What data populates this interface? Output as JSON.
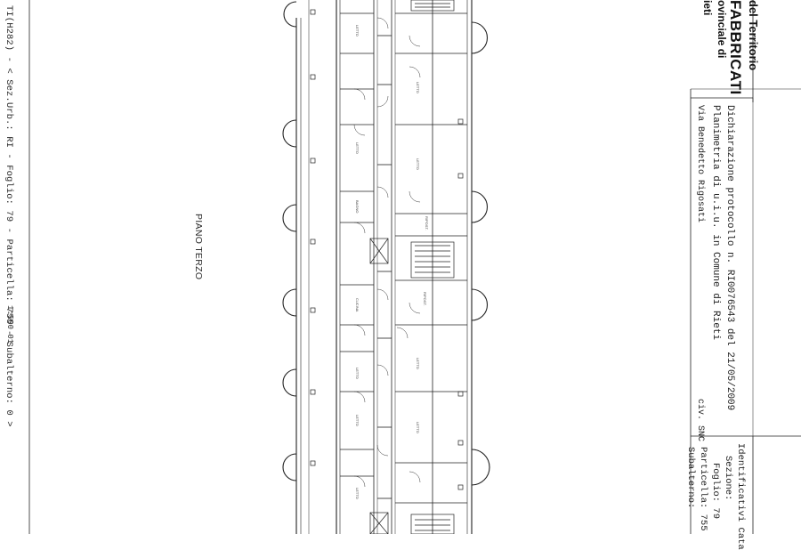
{
  "document": {
    "left_reference": "TI(H282) - < Sez.Urb.: RI - Foglio: 79 - Particella: 755 - Subalterno: 0 >",
    "scale_label": "1:500 01",
    "floor_label": "PIANO TERZO"
  },
  "header": {
    "agency_line1": "del Territorio",
    "agency_line2": "FABBRICATI",
    "agency_line3": "ovinciale di",
    "agency_line4": "ieti"
  },
  "declaration": {
    "protocol": "Dichiarazione protocollo n.   RI0076543  del 21/05/2009",
    "plan": "Planimetria di u.i.u. in Comune di Rieti",
    "address": "Via Benedetto Rigosati",
    "civic": "civ.   SNC"
  },
  "identifiers": {
    "title": "Identificativi Cata",
    "sezione": "Sezione:",
    "foglio": "Foglio: 79",
    "particella": "Particella: 755",
    "subalterno": "Subalterno:"
  },
  "rooms": {
    "letto": "LETTO",
    "bagno": "BAGNO",
    "ripost": "RIPOST.",
    "cucina": "CUCINA"
  }
}
